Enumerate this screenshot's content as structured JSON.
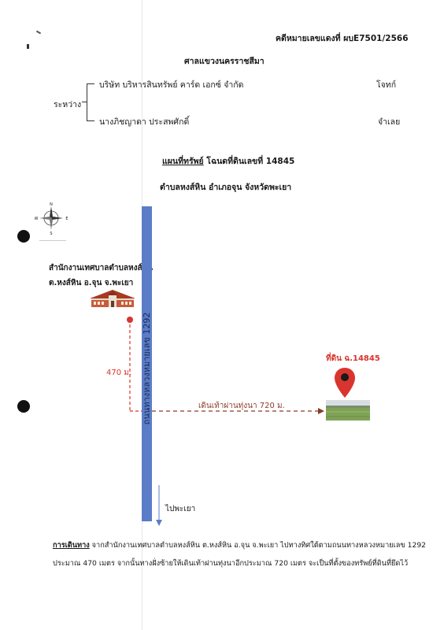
{
  "header": {
    "case_number": "คดีหมายเลขแดงที่ ผบE7501/2566",
    "court": "ศาลแขวงนครราชสีมา"
  },
  "parties": {
    "between_label": "ระหว่าง",
    "plaintiff_name": "บริษัท บริหารสินทรัพย์ คาร์ด เอกซ์ จำกัด",
    "plaintiff_role": "โจทก์",
    "defendant_name": "นางภิชญาดา ประสพศักดิ์",
    "defendant_role": "จำเลย"
  },
  "title": {
    "map_label": "แผนที่ทรัพย์",
    "deed_text": " โฉนดที่ดินเลขที่ 14845",
    "location": "ตำบลหงส์หิน อำเภอจุน จังหวัดพะเยา"
  },
  "map": {
    "compass": {
      "n": "N",
      "s": "S",
      "e": "E",
      "w": "W",
      "icon": "compass-rose-icon"
    },
    "office_line1": "สำนักงานเทศบาลตำบลหงส์หิน",
    "office_line2": "ต.หงส์หิน อ.จุน จ.พะเยา",
    "road_label": "ถนนทางหลวงหมายเลข 1292",
    "dist_470": "470 ม.",
    "walk_label": "เดินเท้าผ่านทุ่งนา 720 ม.",
    "land_label": "ที่ดิน ฉ.14845",
    "to_phayao": "ไปพะเยา",
    "colors": {
      "road": "#5b7dc8",
      "route": "#d9352e",
      "pin": "#d9352e",
      "walk": "#8a3b2a"
    }
  },
  "directions": {
    "heading": "การเดินทาง",
    "line1": "  จากสำนักงานเทศบาลตำบลหงส์หิน ต.หงส์หิน อ.จุน จ.พะเยา ไปทางทิศใต้ตามถนนทางหลวงหมายเลข 1292",
    "line2": "ประมาณ 470 เมตร จากนั้นทางฝั่งซ้ายให้เดินเท้าผ่านทุ่งนาอีกประมาณ 720 เมตร จะเป็นที่ตั้งของทรัพย์ที่ดินที่ยึดไว้"
  }
}
